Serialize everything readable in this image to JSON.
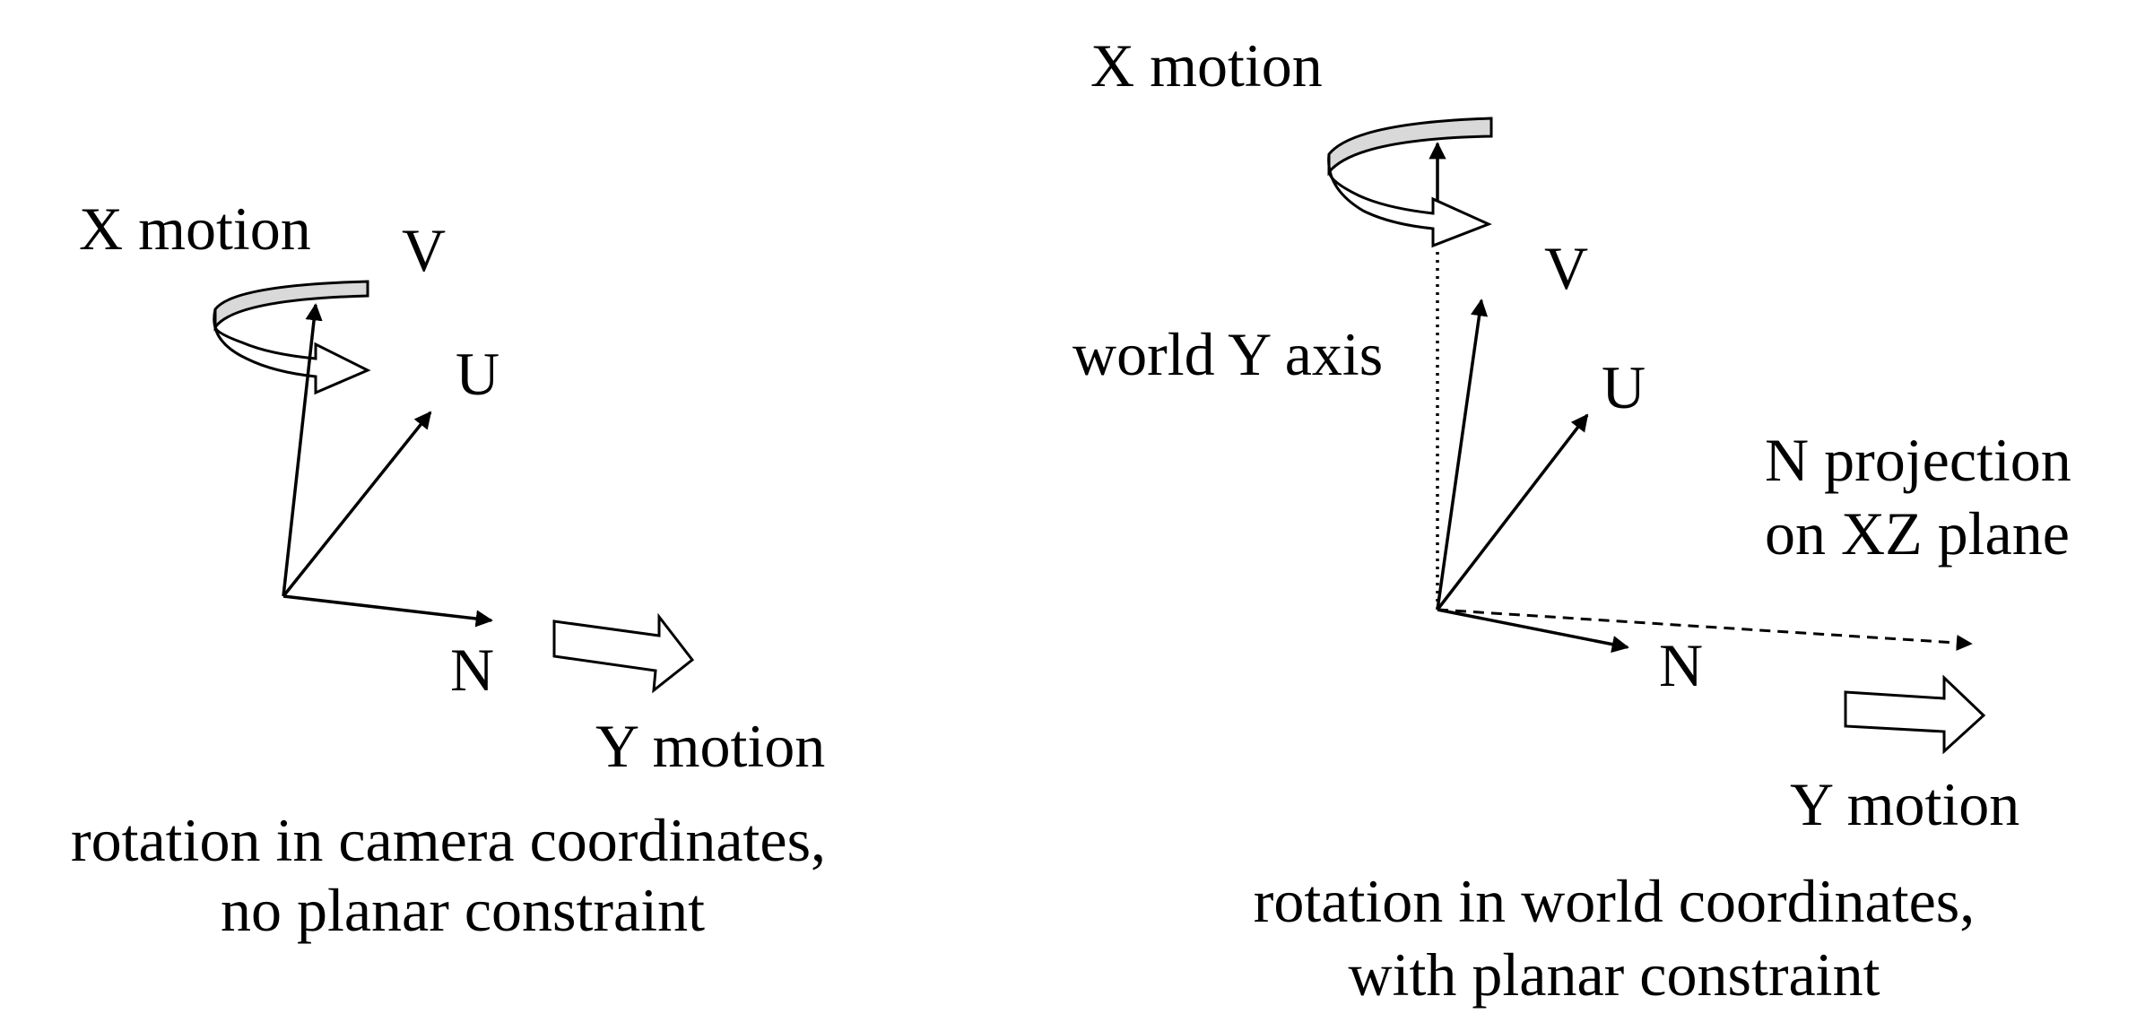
{
  "figure": {
    "panels": [
      {
        "id": "camera",
        "labels": {
          "x_motion": "X motion",
          "y_motion": "Y motion",
          "v_axis": "V",
          "u_axis": "U",
          "n_axis": "N"
        },
        "caption": [
          "rotation in camera coordinates,",
          "no planar constraint"
        ]
      },
      {
        "id": "world",
        "labels": {
          "x_motion": "X motion",
          "y_motion": "Y motion",
          "v_axis": "V",
          "u_axis": "U",
          "n_axis": "N",
          "world_y_axis": "world Y axis",
          "n_projection": [
            "N projection",
            "on XZ plane"
          ]
        },
        "caption": [
          "rotation in world coordinates,",
          "with planar constraint"
        ]
      }
    ],
    "colors": {
      "ink": "#000000",
      "rotation_band_fill": "#d9d9d9",
      "background": "#ffffff"
    }
  }
}
